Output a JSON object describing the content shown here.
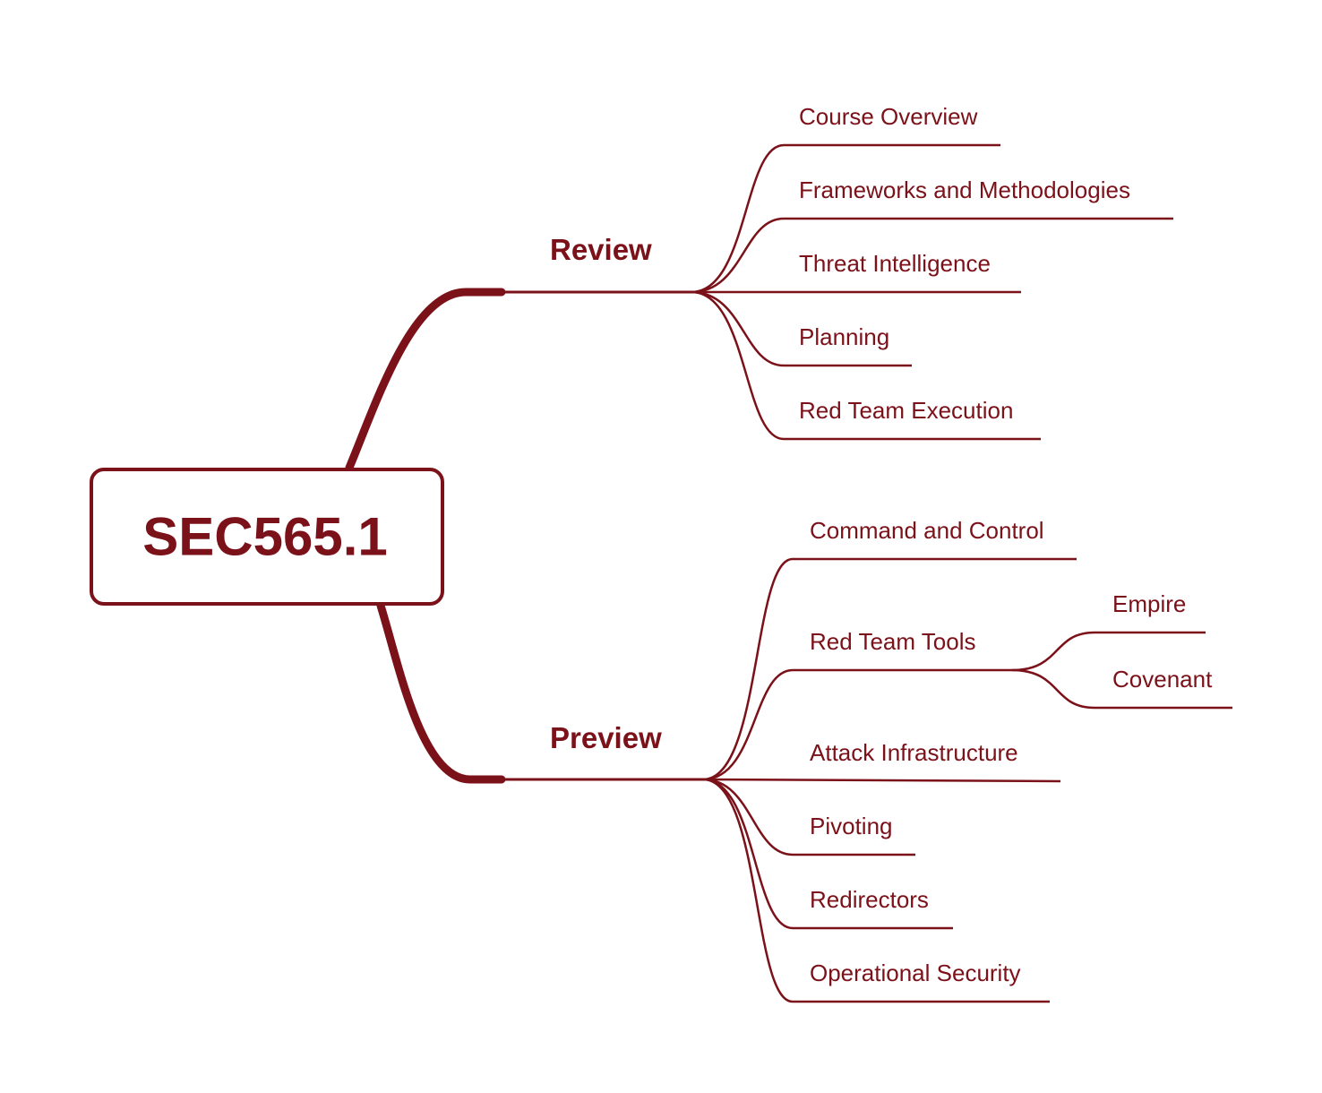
{
  "root": {
    "label": "SEC565.1"
  },
  "branches": {
    "review": {
      "label": "Review",
      "items": [
        {
          "label": "Course Overview"
        },
        {
          "label": "Frameworks and Methodologies"
        },
        {
          "label": "Threat Intelligence"
        },
        {
          "label": "Planning"
        },
        {
          "label": "Red Team Execution"
        }
      ]
    },
    "preview": {
      "label": "Preview",
      "items": [
        {
          "label": "Command and Control"
        },
        {
          "label": "Red Team Tools",
          "children": [
            {
              "label": "Empire"
            },
            {
              "label": "Covenant"
            }
          ]
        },
        {
          "label": "Attack Infrastructure"
        },
        {
          "label": "Pivoting"
        },
        {
          "label": "Redirectors"
        },
        {
          "label": "Operational Security"
        }
      ]
    }
  },
  "colors": {
    "accent": "#7b1119",
    "background": "#ffffff"
  }
}
